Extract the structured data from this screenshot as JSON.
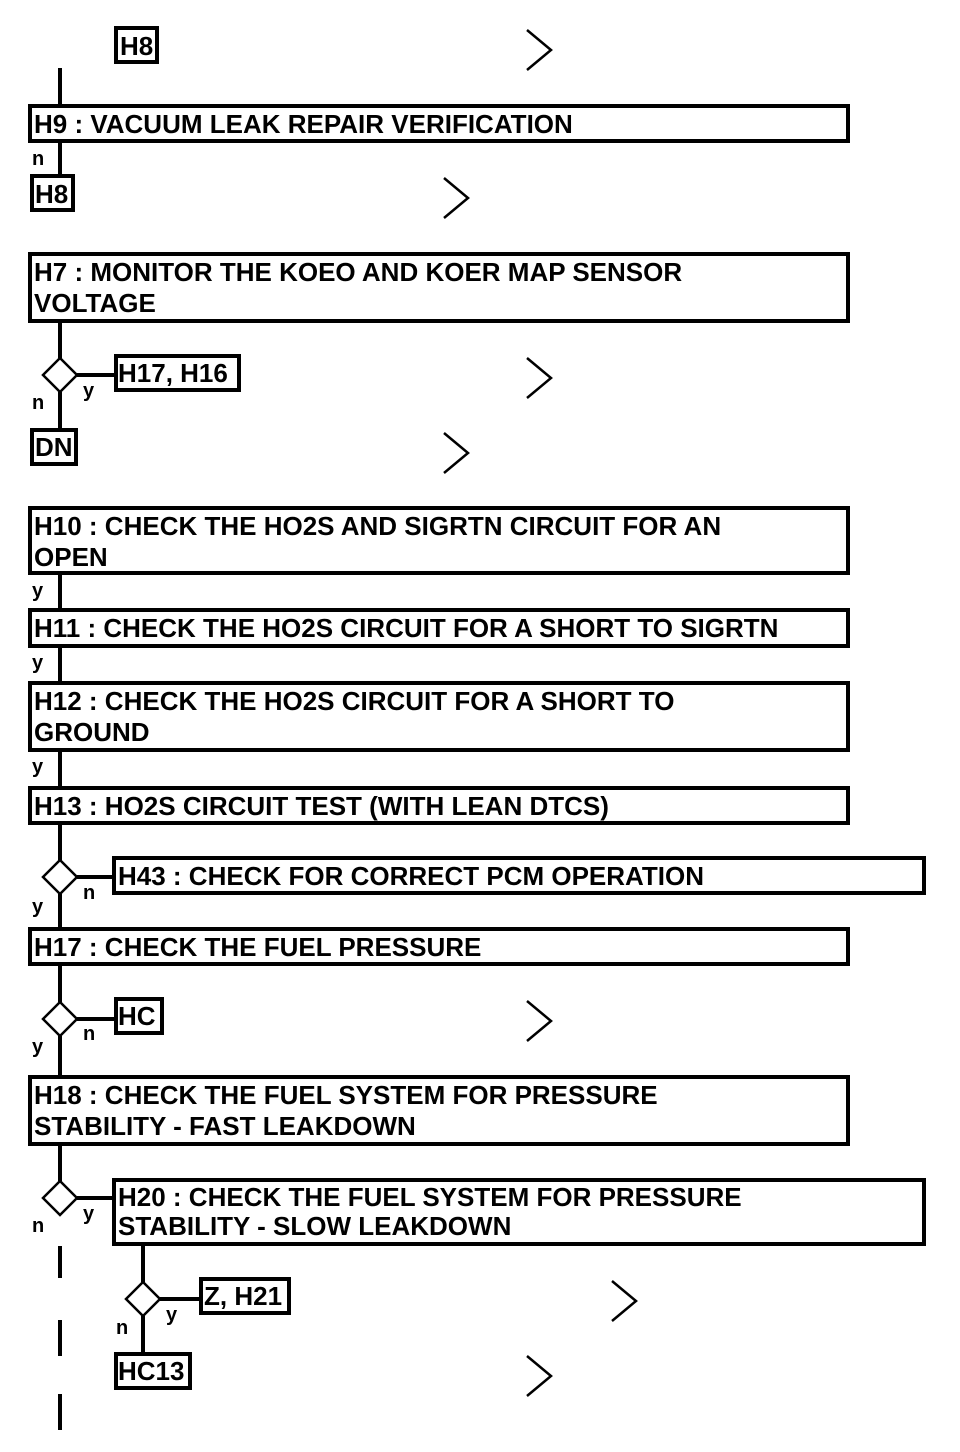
{
  "steps": {
    "h9": "H9 : VACUUM LEAK REPAIR VERIFICATION",
    "h7_l1": "H7 : MONITOR THE KOEO AND KOER MAP SENSOR",
    "h7_l2": "VOLTAGE",
    "h10_l1": "H10 : CHECK THE HO2S AND SIGRTN CIRCUIT FOR AN",
    "h10_l2": "OPEN",
    "h11": "H11 : CHECK THE HO2S CIRCUIT FOR A SHORT TO SIGRTN",
    "h12_l1": "H12 : CHECK THE HO2S CIRCUIT FOR A SHORT TO",
    "h12_l2": "GROUND",
    "h13": "H13 : HO2S CIRCUIT TEST (WITH LEAN DTCS)",
    "h43": "H43 : CHECK FOR CORRECT PCM OPERATION",
    "h17": "H17 : CHECK THE FUEL PRESSURE",
    "h18_l1": "H18 : CHECK THE FUEL SYSTEM FOR PRESSURE",
    "h18_l2": "STABILITY - FAST LEAKDOWN",
    "h20_l1": "H20 : CHECK THE FUEL SYSTEM FOR PRESSURE",
    "h20_l2": "STABILITY - SLOW LEAKDOWN"
  },
  "refs": {
    "h8_top": "H8",
    "h8_after_h9": "H8",
    "h17_h16": "H17, H16",
    "dn": "DN",
    "hc": "HC",
    "z_h21": "Z, H21",
    "hc13": "HC13"
  },
  "labels": {
    "y": "y",
    "n": "n"
  }
}
